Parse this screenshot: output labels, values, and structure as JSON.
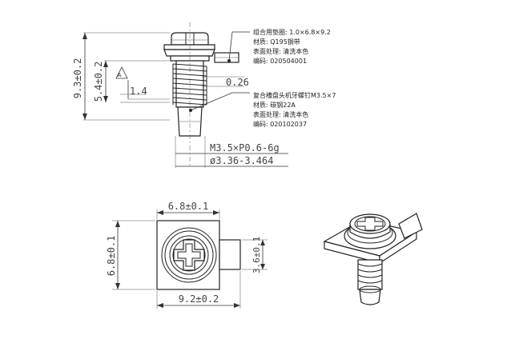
{
  "colors": {
    "line": "#333333",
    "part": "#222222",
    "background": "#ffffff"
  },
  "dims": {
    "total_height": "9.3±0.2",
    "thread_height": "5.4±0.2",
    "offset": "1.4",
    "washer_thickness": "0.26",
    "width_top": "6.8±0.1",
    "height_left": "6.8±0.1",
    "tab_height": "3.6±0.1",
    "length_bottom": "9.2±0.2"
  },
  "marks": {
    "triangle_label": "A"
  },
  "thread": {
    "spec": "M3.5×P0.6-6g",
    "diameter": "ø3.36-3.464"
  },
  "callout_washer": {
    "line1": "组合用垫圈: 1.0×6.8×9.2",
    "line2": "材质: Q195钢带",
    "line3": "表面处理: 清洗本色",
    "line4": "编码: 020504001"
  },
  "callout_screw": {
    "line1": "复合槽盘头机牙螺钉M3.5×7",
    "line2": "材质: 碳钢22A",
    "line3": "表面处理: 清洗本色",
    "line4": "编码: 020102037"
  }
}
